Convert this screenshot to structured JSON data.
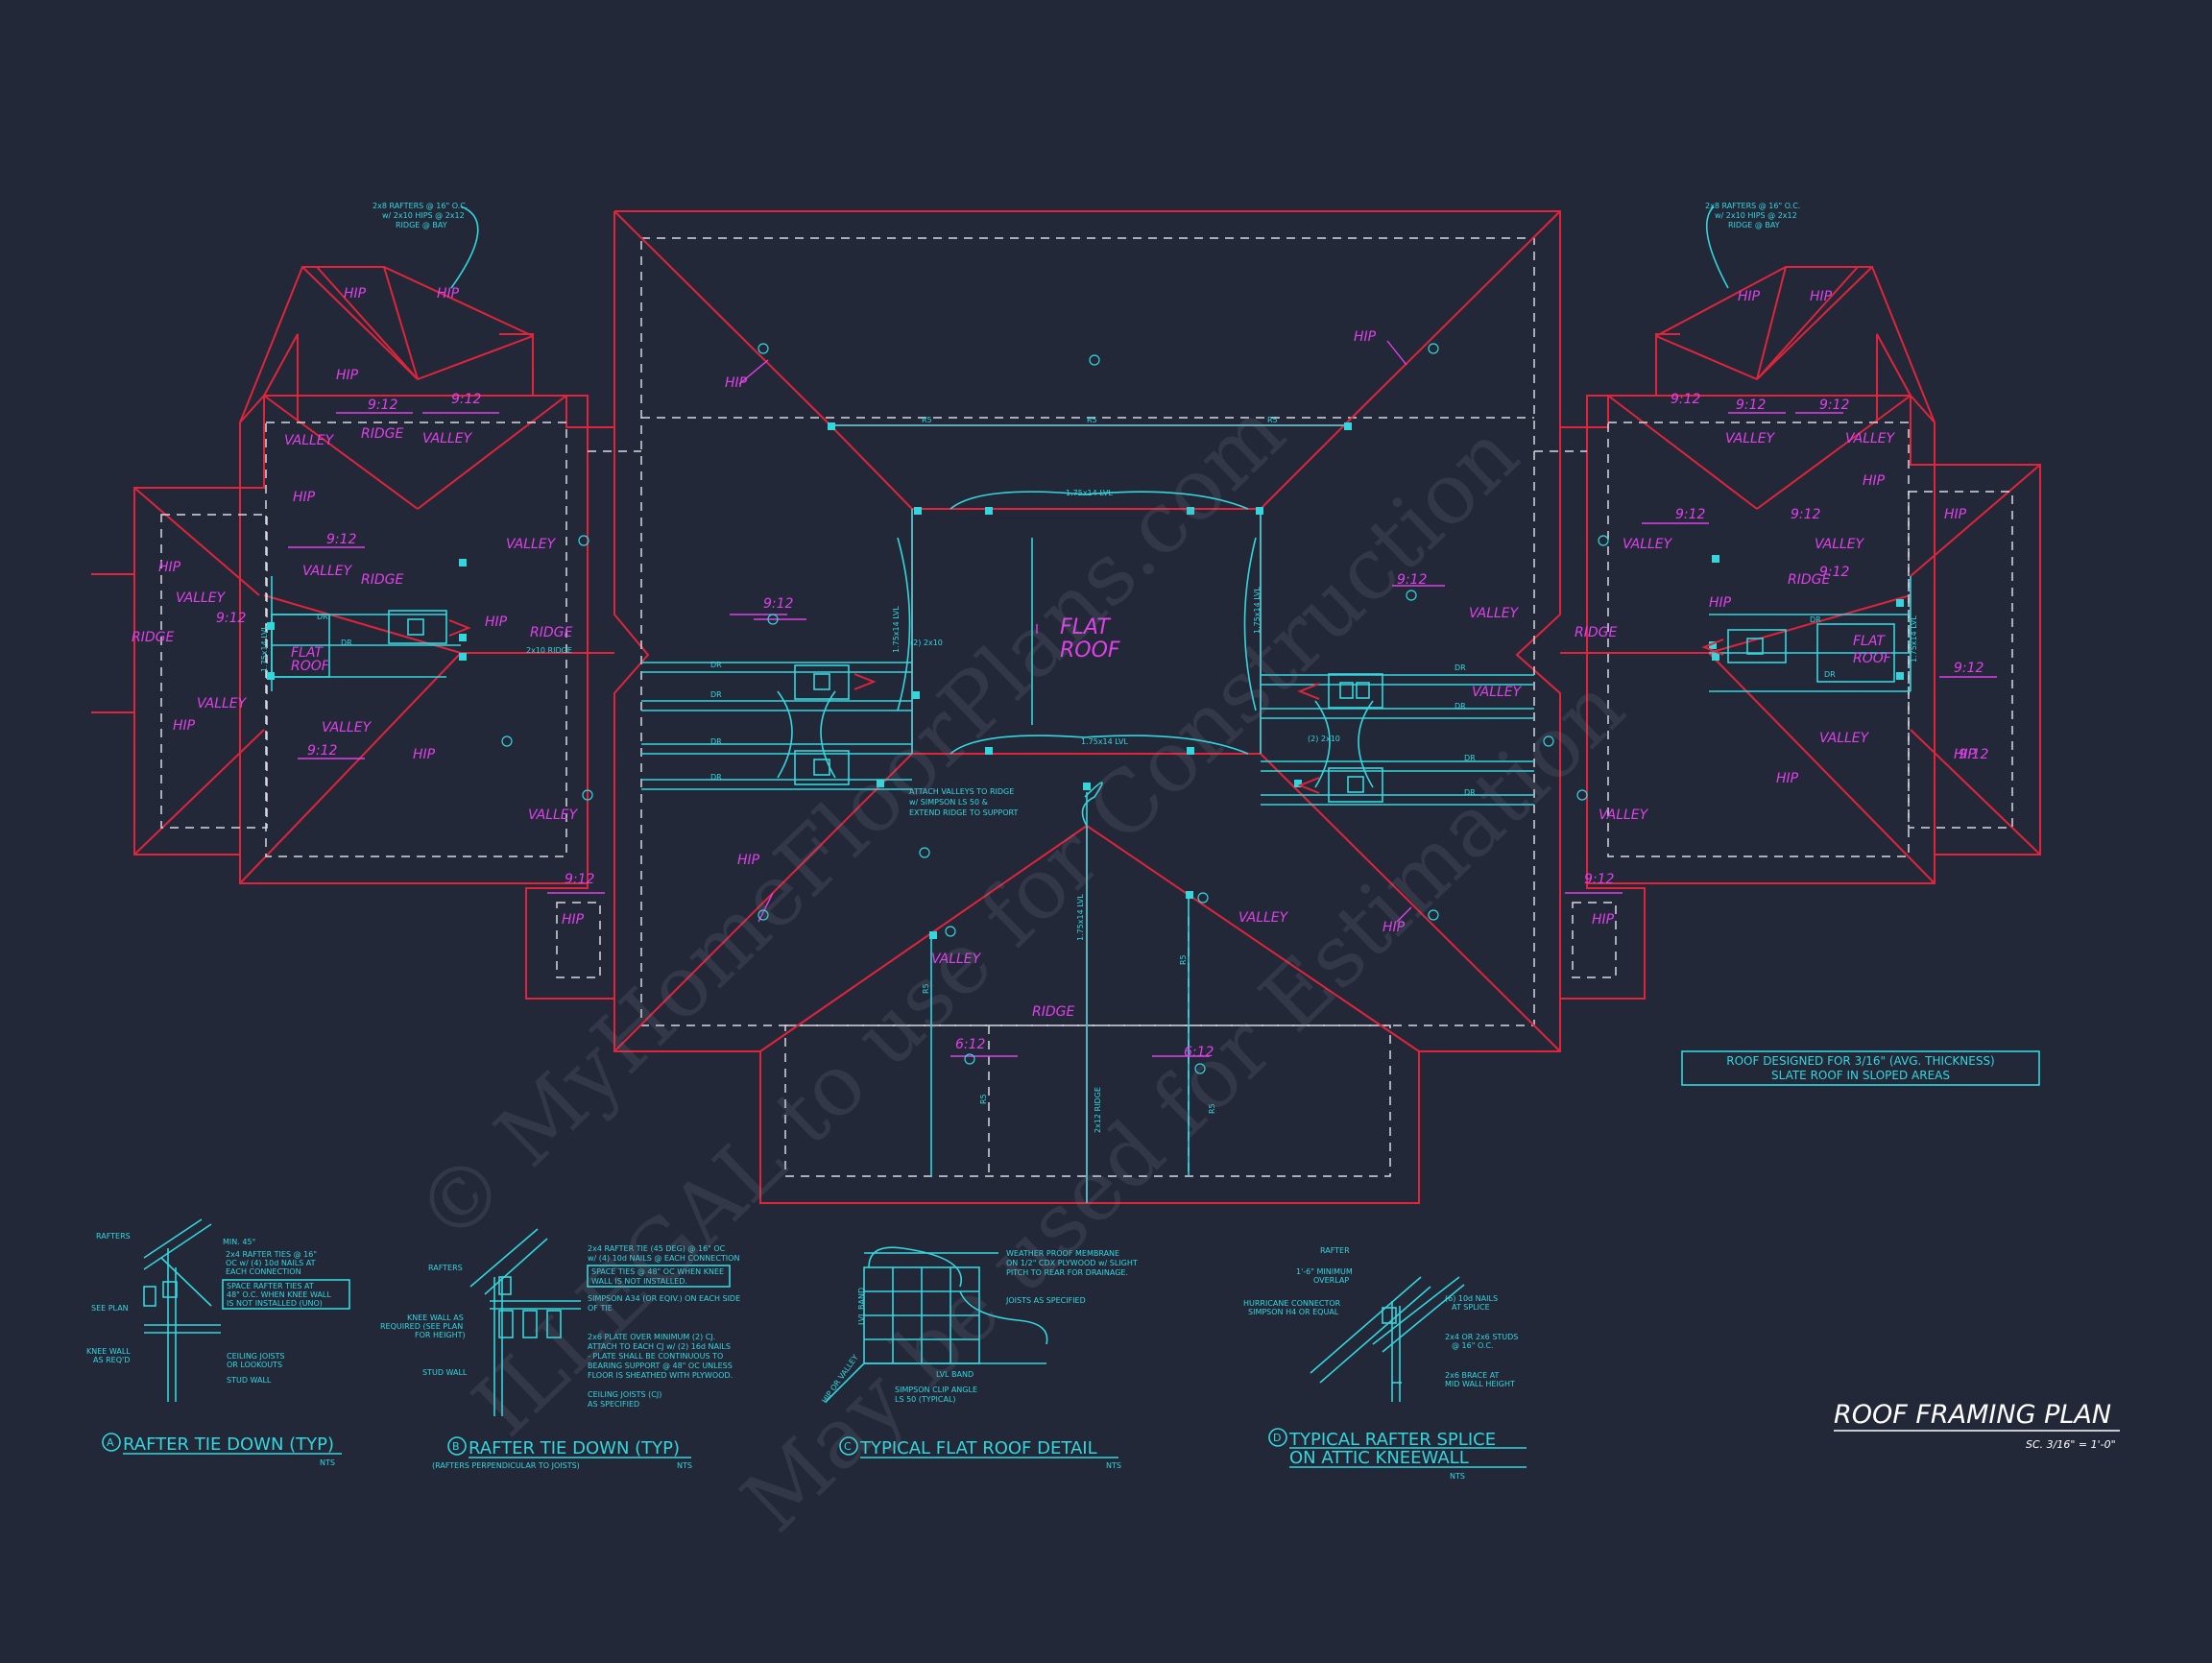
{
  "plan": {
    "title": "ROOF FRAMING PLAN",
    "scale": "SC. 3/16\" = 1'-0\"",
    "note_lines": [
      "ROOF DESIGNED FOR 3/16\" (AVG. THICKNESS)",
      "SLATE ROOF IN SLOPED AREAS"
    ],
    "flat_roof": [
      "FLAT",
      "ROOF"
    ],
    "small_flat_roof": [
      "FLAT",
      "ROOF"
    ],
    "bay_note_left": [
      "2x8 RAFTERS @ 16\" O.C.",
      "w/ 2x10 HIPS @ 2x12",
      "RIDGE @ BAY"
    ],
    "bay_note_right": [
      "2x8 RAFTERS @ 16\" O.C.",
      "w/ 2x10 HIPS @ 2x12",
      "RIDGE @ BAY"
    ],
    "attach_note": [
      "ATTACH VALLEYS TO RIDGE",
      "w/ SIMPSON LS 50 &",
      "EXTEND RIDGE TO SUPPORT"
    ],
    "lvl_top": "1.75x14 LVL",
    "lvl_mid": "1.75x14 LVL",
    "lvl_left": "1.75x14 LVL",
    "lvl_right": "1.75x14 LVL",
    "lvl_vertical": "1.75x14 LVL",
    "ridge_2x10": "2x10 RIDGE",
    "ridge_2x12": "2x12 RIDGE",
    "dr": "DR",
    "r5": "R5",
    "two_2x10": "(2) 2x10",
    "hip": "HIP",
    "valley": "VALLEY",
    "ridge": "RIDGE",
    "pitch_912": "9:12",
    "pitch_612": "6:12"
  },
  "details": [
    {
      "letter": "A",
      "title": "RAFTER TIE DOWN (TYP)",
      "subtitle": "",
      "scale": "NTS",
      "callouts": [
        "RAFTERS",
        "MIN. 45°",
        "2x4 RAFTER TIES @ 16\"",
        "OC w/ (4) 10d NAILS AT",
        "EACH CONNECTION",
        "SPACE RAFTER TIES AT",
        "48\" O.C. WHEN KNEE WALL",
        "IS NOT INSTALLED (UNO)",
        "SEE PLAN",
        "KNEE WALL",
        "AS REQ'D",
        "CEILING JOISTS",
        "OR LOOKOUTS",
        "STUD WALL"
      ]
    },
    {
      "letter": "B",
      "title": "RAFTER TIE DOWN (TYP)",
      "subtitle": "(RAFTERS PERPENDICULAR TO JOISTS)",
      "scale": "NTS",
      "callouts": [
        "2x4 RAFTER TIE (45 DEG) @ 16\" OC",
        "w/ (4) 10d NAILS @ EACH CONNECTION",
        "RAFTERS",
        "SPACE TIES @ 48\" OC WHEN KNEE",
        "WALL IS NOT INSTALLED.",
        "SIMPSON A34 (OR EQIV.) ON EACH SIDE",
        "OF TIE",
        "KNEE WALL AS",
        "REQUIRED (SEE PLAN",
        "FOR HEIGHT)",
        "2x6 PLATE OVER MINIMUM (2) CJ.",
        "ATTACH TO EACH CJ w/ (2) 16d NAILS",
        "- PLATE SHALL BE CONTINUOUS TO",
        "BEARING SUPPORT @ 48\" OC UNLESS",
        "FLOOR IS SHEATHED WITH PLYWOOD.",
        "STUD WALL",
        "CEILING JOISTS (CJ)",
        "AS SPECIFIED"
      ]
    },
    {
      "letter": "C",
      "title": "TYPICAL FLAT ROOF DETAIL",
      "subtitle": "",
      "scale": "NTS",
      "callouts": [
        "WEATHER PROOF MEMBRANE",
        "ON 1/2\" CDX PLYWOOD w/ SLIGHT",
        "PITCH TO REAR FOR DRAINAGE.",
        "JOISTS AS SPECIFIED",
        "LVL BAND",
        "LVL BAND",
        "HIP OR VALLEY",
        "SIMPSON CLIP ANGLE",
        "LS 50 (TYPICAL)"
      ]
    },
    {
      "letter": "D",
      "title": "TYPICAL RAFTER SPLICE",
      "subtitle": "ON ATTIC KNEEWALL",
      "scale": "NTS",
      "callouts": [
        "RAFTER",
        "1'-6\" MINIMUM",
        "OVERLAP",
        "(6) 10d NAILS",
        "AT SPLICE",
        "HURRICANE CONNECTOR",
        "SIMPSON H4 OR EQUAL",
        "2x4 OR 2x6 STUDS",
        "@ 16\" O.C.",
        "2x6 BRACE AT",
        "MID WALL HEIGHT"
      ]
    }
  ],
  "watermark": [
    "© MyHomeFloorPlans.com",
    "ILLEGAL to use for Construction",
    "May be used for Estimation"
  ],
  "colors": {
    "background": "#232839",
    "roof_outline": "#e0243b",
    "framing": "#34d6dc",
    "labels": "#e040e8",
    "dashed": "#d8d8e0"
  }
}
